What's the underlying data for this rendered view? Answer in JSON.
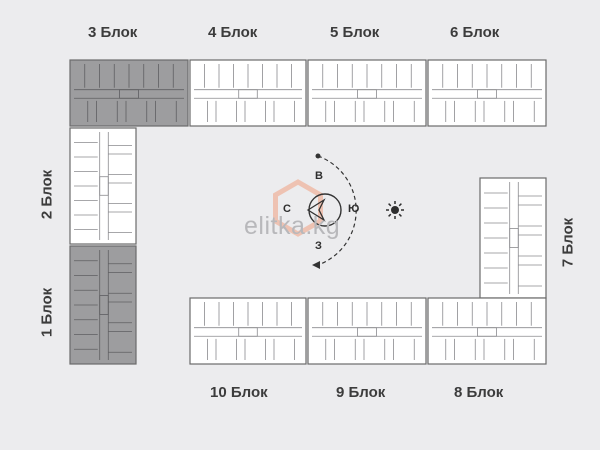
{
  "blocks": [
    {
      "label": "1 Блок",
      "highlighted": true
    },
    {
      "label": "2 Блок",
      "highlighted": false
    },
    {
      "label": "3 Блок",
      "highlighted": true
    },
    {
      "label": "4 Блок",
      "highlighted": false
    },
    {
      "label": "5 Блок",
      "highlighted": false
    },
    {
      "label": "6 Блок",
      "highlighted": false
    },
    {
      "label": "7 Блок",
      "highlighted": false
    },
    {
      "label": "8 Блок",
      "highlighted": false
    },
    {
      "label": "9 Блок",
      "highlighted": false
    },
    {
      "label": "10 Блок",
      "highlighted": false
    }
  ],
  "compass": {
    "north": "В",
    "west": "С",
    "east": "Ю",
    "south": "З"
  },
  "watermark": "elitka.kg",
  "colors": {
    "background": "#ececee",
    "plan_fill": "#ffffff",
    "highlight_fill": "#9d9d9f",
    "line": "#6b6b6b",
    "logo": "#f0b199"
  },
  "icons": [
    "sun-icon",
    "compass-arrow-icon",
    "logo-hexagon-icon"
  ]
}
